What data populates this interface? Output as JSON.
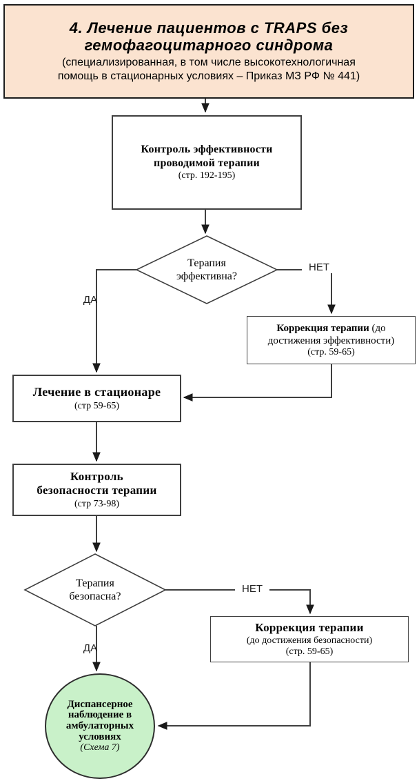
{
  "palette": {
    "header_bg": "#FBE3D0",
    "box_border": "#3f3f3f",
    "line": "#3f3f3f",
    "arrow": "#1a1a1a",
    "circle_bg": "#C9F1C9"
  },
  "header": {
    "title_line1": "4. Лечение пациентов с TRAPS без",
    "title_line2": "гемофагоцитарного синдрома",
    "subtitle_line1": "(специализированная, в том числе высокотехнологичная",
    "subtitle_line2": "помощь в стационарных условиях – Приказ МЗ РФ № 441)"
  },
  "nodes": {
    "control_efficacy": {
      "line1": "Контроль эффективности",
      "line2": "проводимой терапии",
      "pages": "(стр. 192-195)"
    },
    "decision_efficacy": {
      "line1": "Терапия",
      "line2": "эффективна?"
    },
    "correction_efficacy": {
      "line1_bold": "Коррекция терапии",
      "line1_rest": " (до",
      "line2": "достижения эффективности)",
      "pages": "(стр. 59-65)"
    },
    "hospital_treatment": {
      "title": "Лечение в стационаре",
      "pages": "(стр 59-65)"
    },
    "control_safety": {
      "line1": "Контроль",
      "line2": "безопасности терапии",
      "pages": "(стр 73-98)"
    },
    "decision_safety": {
      "line1": "Терапия",
      "line2": "безопасна?"
    },
    "correction_safety": {
      "title": "Коррекция терапии",
      "line2": "(до достижения безопасности)",
      "pages": "(стр. 59-65)"
    },
    "dispensary": {
      "line1": "Диспансерное",
      "line2": "наблюдение в",
      "line3": "амбулаторных",
      "line4": "условиях",
      "ref": "(Схема 7)"
    }
  },
  "labels": {
    "yes1": "ДА",
    "no1": "НЕТ",
    "yes2": "ДА",
    "no2": "НЕТ"
  }
}
